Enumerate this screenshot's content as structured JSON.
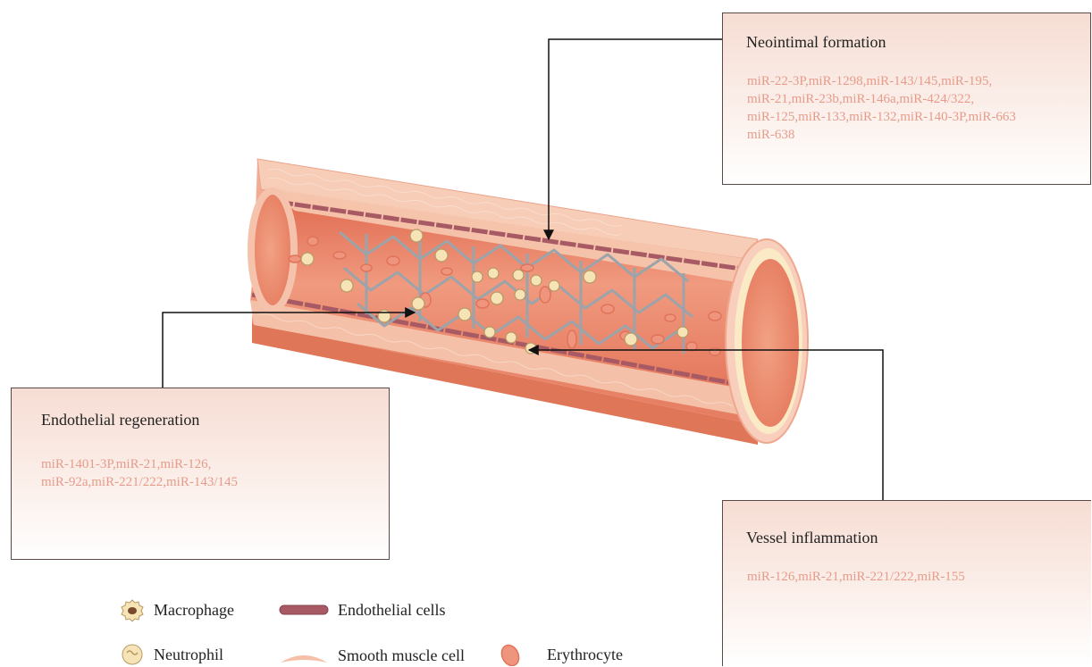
{
  "neointimal": {
    "title": "Neointimal formation",
    "mirna": "miR-22-3P,miR-1298,miR-143/145,miR-195,\nmiR-21,miR-23b,miR-146a,miR-424/322,\nmiR-125,miR-133,miR-132,miR-140-3P,miR-663\nmiR-638"
  },
  "endothelial": {
    "title": "Endothelial regeneration",
    "mirna": "miR-1401-3P,miR-21,miR-126,\nmiR-92a,miR-221/222,miR-143/145"
  },
  "vessel": {
    "title": "Vessel inflammation",
    "mirna": "miR-126,miR-21,miR-221/222,miR-155"
  },
  "legend": {
    "macrophage": "Macrophage",
    "endothelial_cells": "Endothelial cells",
    "neutrophil": "Neutrophil",
    "smooth_muscle": "Smooth muscle cell",
    "erythrocyte": "Erythrocyte"
  },
  "colors": {
    "vessel_outer": "#ec8f72",
    "vessel_wall": "#f6c4ad",
    "lumen": "#e8795e",
    "endothelium": "#a85a64",
    "erythrocyte": "#f0957d",
    "stent": "#9aa4aa",
    "arrow": "#111111",
    "mirna_text": "#e79b8a"
  }
}
